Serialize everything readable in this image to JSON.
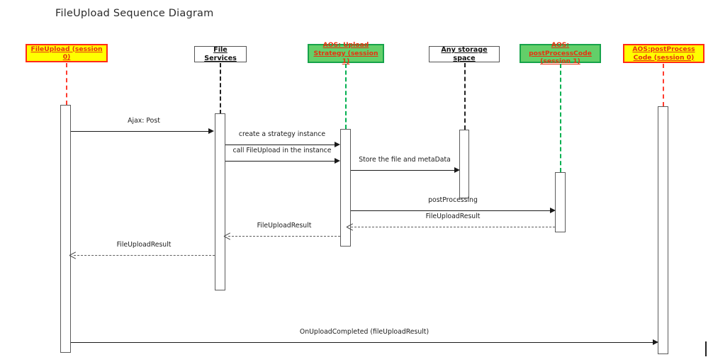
{
  "diagram": {
    "title": "FileUpload Sequence Diagram",
    "type": "uml-sequence-diagram"
  },
  "colors": {
    "yellow_fill": "#ffff00",
    "yellow_border": "#ff2a16",
    "green_fill": "#63cf69",
    "green_border": "#16a34a",
    "white_fill": "#ffffff",
    "white_border": "#555555",
    "red_text": "#e8310f",
    "black_text": "#111111",
    "red_lifeline": "#ff3b2e",
    "green_lifeline": "#00b050",
    "black_lifeline": "#222222",
    "message_line": "#1a1a1a",
    "return_line": "#5e5e5e"
  },
  "participants": [
    {
      "id": "fileupload",
      "label": "FileUpload (session 0)",
      "style": "yellow",
      "lifeline_color": "red"
    },
    {
      "id": "fileservices",
      "label": "File Services",
      "style": "white",
      "lifeline_color": "black"
    },
    {
      "id": "uploadstrategy",
      "label": "AOS: Upload Strategy (session 1)",
      "style": "green",
      "lifeline_color": "green"
    },
    {
      "id": "storage",
      "label": "Any storage space",
      "style": "white",
      "lifeline_color": "black"
    },
    {
      "id": "postprocess1",
      "label": "AOS: postProcessCode (session 1)",
      "style": "green",
      "lifeline_color": "green"
    },
    {
      "id": "postprocess0",
      "label": "AOS:postProcess Code (session 0)",
      "style": "yellow",
      "lifeline_color": "red"
    }
  ],
  "messages": [
    {
      "id": "m1",
      "label": "Ajax: Post",
      "from": "fileupload",
      "to": "fileservices",
      "kind": "call"
    },
    {
      "id": "m2",
      "label": "create a strategy instance",
      "from": "fileservices",
      "to": "uploadstrategy",
      "kind": "call"
    },
    {
      "id": "m3",
      "label": "call FileUpload in the instance",
      "from": "fileservices",
      "to": "uploadstrategy",
      "kind": "call"
    },
    {
      "id": "m4",
      "label": "Store the file and metaData",
      "from": "uploadstrategy",
      "to": "storage",
      "kind": "call"
    },
    {
      "id": "m5",
      "label": "postProcessing",
      "from": "uploadstrategy",
      "to": "postprocess1",
      "kind": "call"
    },
    {
      "id": "m6",
      "label": "FileUploadResult",
      "from": "postprocess1",
      "to": "uploadstrategy",
      "kind": "return"
    },
    {
      "id": "m7",
      "label": "FileUploadResult",
      "from": "uploadstrategy",
      "to": "fileservices",
      "kind": "return"
    },
    {
      "id": "m8",
      "label": "FileUploadResult",
      "from": "fileservices",
      "to": "fileupload",
      "kind": "return"
    },
    {
      "id": "m9",
      "label": "OnUploadCompleted (fileUploadResult)",
      "from": "fileupload",
      "to": "postprocess0",
      "kind": "call"
    }
  ]
}
